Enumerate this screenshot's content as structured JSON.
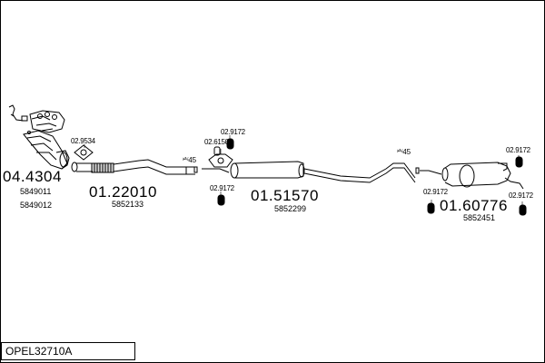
{
  "title": "OPEL32710A",
  "parts": [
    {
      "id": "manifold",
      "number": "04.4304",
      "refs": [
        "5849011",
        "5849012"
      ]
    },
    {
      "id": "front-pipe",
      "number": "01.22010",
      "refs": [
        "5852133"
      ]
    },
    {
      "id": "middle-silencer",
      "number": "01.51570",
      "refs": [
        "5852299"
      ]
    },
    {
      "id": "rear-silencer",
      "number": "01.60776",
      "refs": [
        "5852451"
      ]
    }
  ],
  "accessories": {
    "gasket": "02.9534",
    "clamp": "02.6150",
    "hanger": "02.9172"
  },
  "diameter_label": "⎃45",
  "colors": {
    "line": "#000000",
    "background": "#ffffff"
  }
}
